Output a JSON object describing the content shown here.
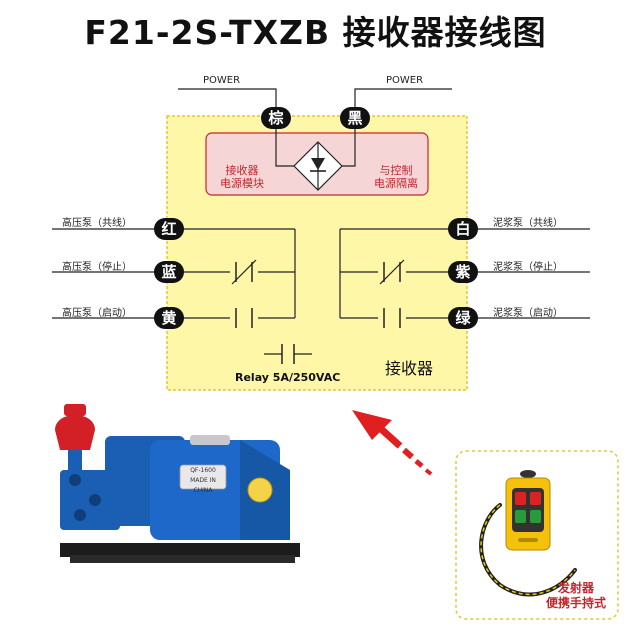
{
  "title": "F21-2S-TXZB 接收器接线图",
  "power": {
    "left": "POWER",
    "right": "POWER"
  },
  "wires": {
    "brown": "棕",
    "black": "黑",
    "red": "红",
    "blue": "蓝",
    "yellow": "黄",
    "white": "白",
    "purple": "紫",
    "green": "绿"
  },
  "left_labels": [
    "高压泵（共线）",
    "高压泵（停止）",
    "高压泵（启动）"
  ],
  "right_labels": [
    "泥浆泵（共线）",
    "泥浆泵（停止）",
    "泥浆泵（启动）"
  ],
  "power_module": {
    "left_line1": "接收器",
    "left_line2": "电源模块",
    "right_line1": "与控制",
    "right_line2": "电源隔离"
  },
  "relay": "Relay 5A/250VAC",
  "receiver": "接收器",
  "transmitter": {
    "line1": "发射器",
    "line2": "便携手持式"
  },
  "pump_plate": {
    "line1": "QF-1600",
    "line2": "MADE IN CHINA"
  },
  "colors": {
    "receiver_fill": "#fff7a8",
    "receiver_border": "#e3c53a",
    "module_border": "#c2272d",
    "pump_blue": "#1a5fb4",
    "remote_yellow": "#f4c20d",
    "arrow_red": "#e02020"
  }
}
